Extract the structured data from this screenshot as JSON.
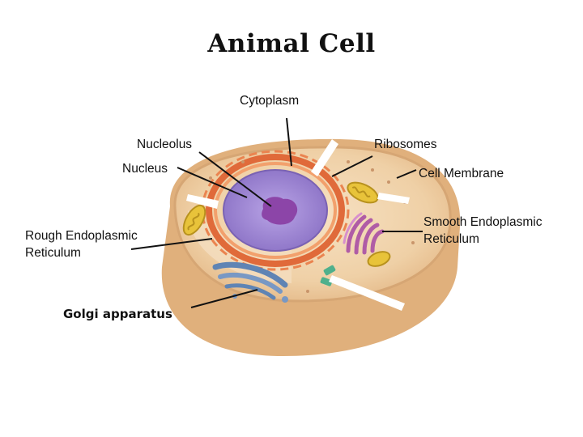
{
  "title": "Animal Cell",
  "labels": {
    "cytoplasm": "Cytoplasm",
    "nucleolus": "Nucleolus",
    "nucleus": "Nucleus",
    "rough_er_line1": "Rough Endoplasmic",
    "rough_er_line2": "Reticulum",
    "golgi": "Golgi apparatus",
    "ribosomes": "Ribosomes",
    "cell_membrane": "Cell Membrane",
    "smooth_er_line1": "Smooth Endoplasmic",
    "smooth_er_line2": "Reticulum"
  },
  "colors": {
    "cytoplasm": "#f2d2a6",
    "membrane": "#d9ad7c",
    "nucleus": "#a88fd6",
    "nucleolus": "#8c45a8",
    "rough_er": "#e56a3c",
    "golgi": "#5f84b4",
    "smooth_er": "#b05ca6",
    "mitochondria": "#e8c33a",
    "centriole": "#4fb08c"
  }
}
